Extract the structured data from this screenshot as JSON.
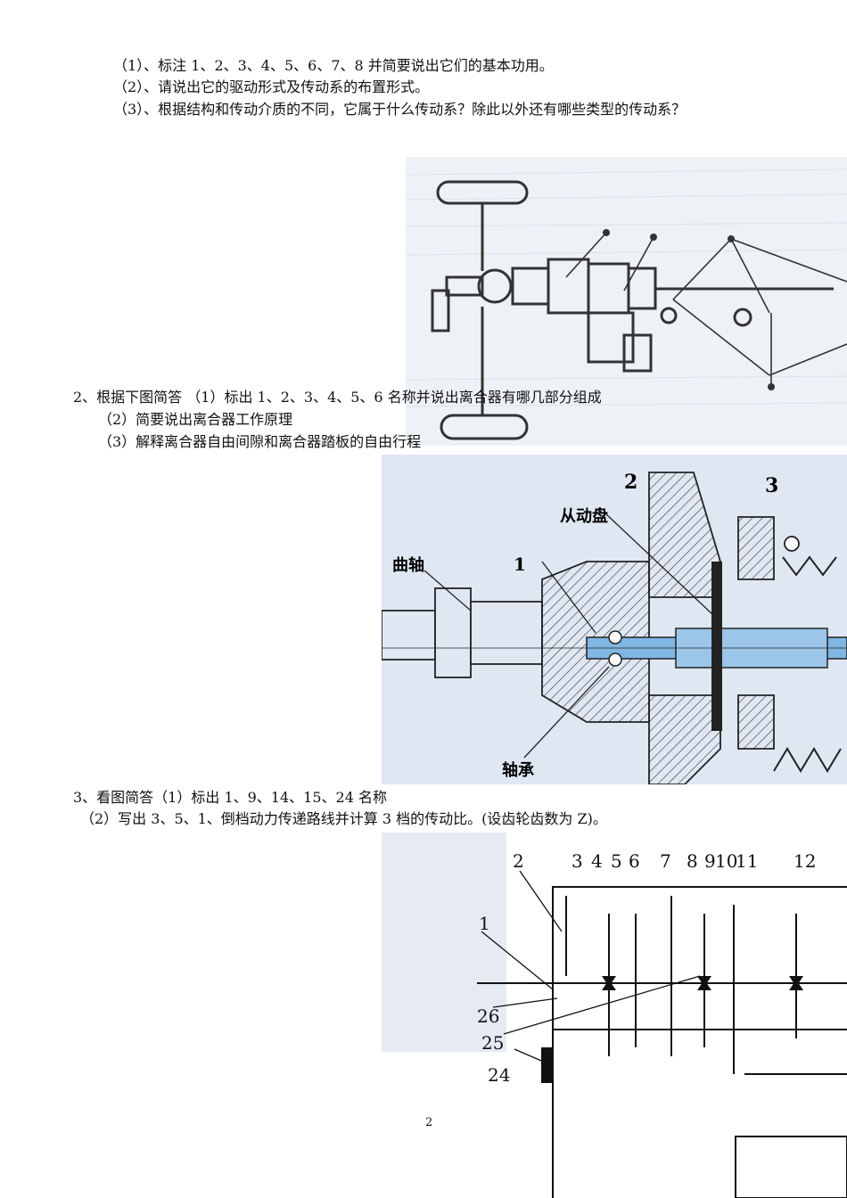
{
  "q1": {
    "items": [
      "（1）、标注 1、2、3、4、5、6、7、8 并简要说出它们的基本功用。",
      "（2）、请说出它的驱动形式及传动系的布置形式。",
      "（3）、根据结构和传动介质的不同，它属于什么传动系？除此以外还有哪些类型的传动系？"
    ]
  },
  "q2": {
    "items": [
      "2、根据下图简答 （1）标出 1、2、3、4、5、6 名称并说出离合器有哪几部分组成",
      "（2）简要说出离合器工作原理",
      "（3）解释离合器自由间隙和离合器踏板的自由行程"
    ],
    "figure_labels": {
      "crankshaft": "曲轴",
      "driven_disc": "从动盘",
      "bearing": "轴承",
      "num_1": "1",
      "num_2": "2",
      "num_3": "3"
    }
  },
  "q3": {
    "items": [
      "3、看图简答（1）标出 1、9、14、15、24 名称",
      "（2）写出 3、5、1、倒档动力传递路线并计算 3 档的传动比。(设齿轮齿数为 Z)。"
    ],
    "figure_labels": {
      "n2": "2",
      "n3": "3",
      "n4": "4",
      "n5": "5",
      "n6": "6",
      "n7": "7",
      "n8": "8",
      "n9": "9",
      "n10": "10",
      "n11": "11",
      "n12": "12",
      "n1": "1",
      "n26": "26",
      "n25": "25",
      "n24": "24"
    }
  },
  "footer": {
    "page_number": "2"
  }
}
